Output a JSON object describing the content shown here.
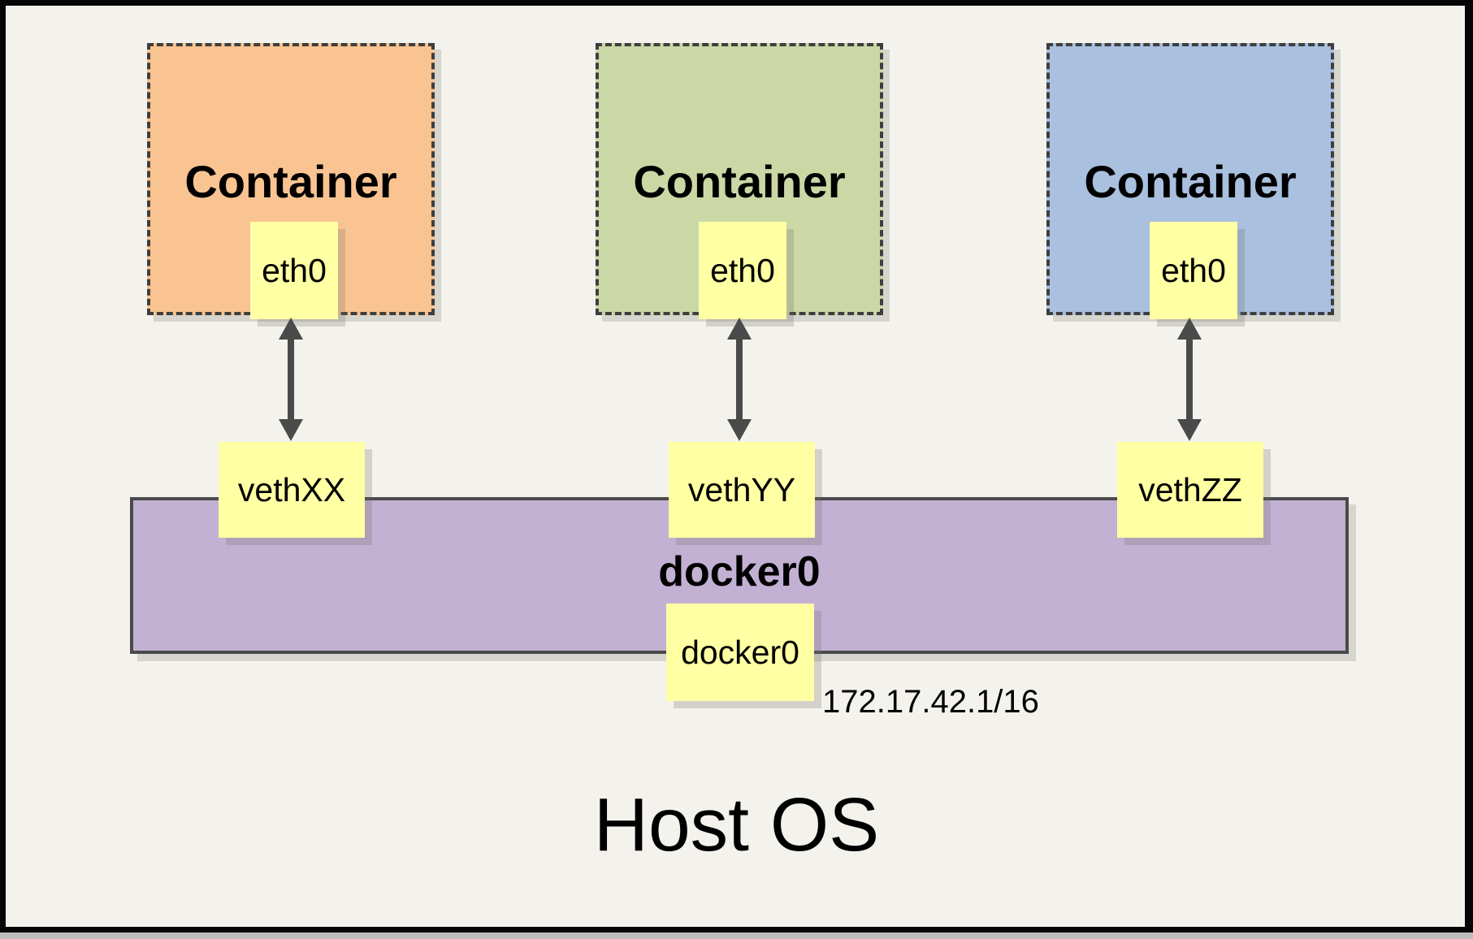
{
  "host": {
    "label": "Host OS"
  },
  "bridge": {
    "label": "docker0",
    "interface": {
      "label": "docker0"
    },
    "ip_label": "172.17.42.1/16",
    "fill": "#c3b1d4"
  },
  "containers": [
    {
      "label": "Container",
      "interface": {
        "label": "eth0"
      },
      "veth": {
        "label": "vethXX"
      },
      "fill": "#f9c491"
    },
    {
      "label": "Container",
      "interface": {
        "label": "eth0"
      },
      "veth": {
        "label": "vethYY"
      },
      "fill": "#cbd8a6"
    },
    {
      "label": "Container",
      "interface": {
        "label": "eth0"
      },
      "veth": {
        "label": "vethZZ"
      },
      "fill": "#a9c0df"
    }
  ],
  "colors": {
    "background": "#f4f2ec",
    "note_fill": "#ffffa3",
    "arrow": "#4a4a4a",
    "frame_border": "#060606",
    "dashed_border": "#3e3e3e"
  }
}
